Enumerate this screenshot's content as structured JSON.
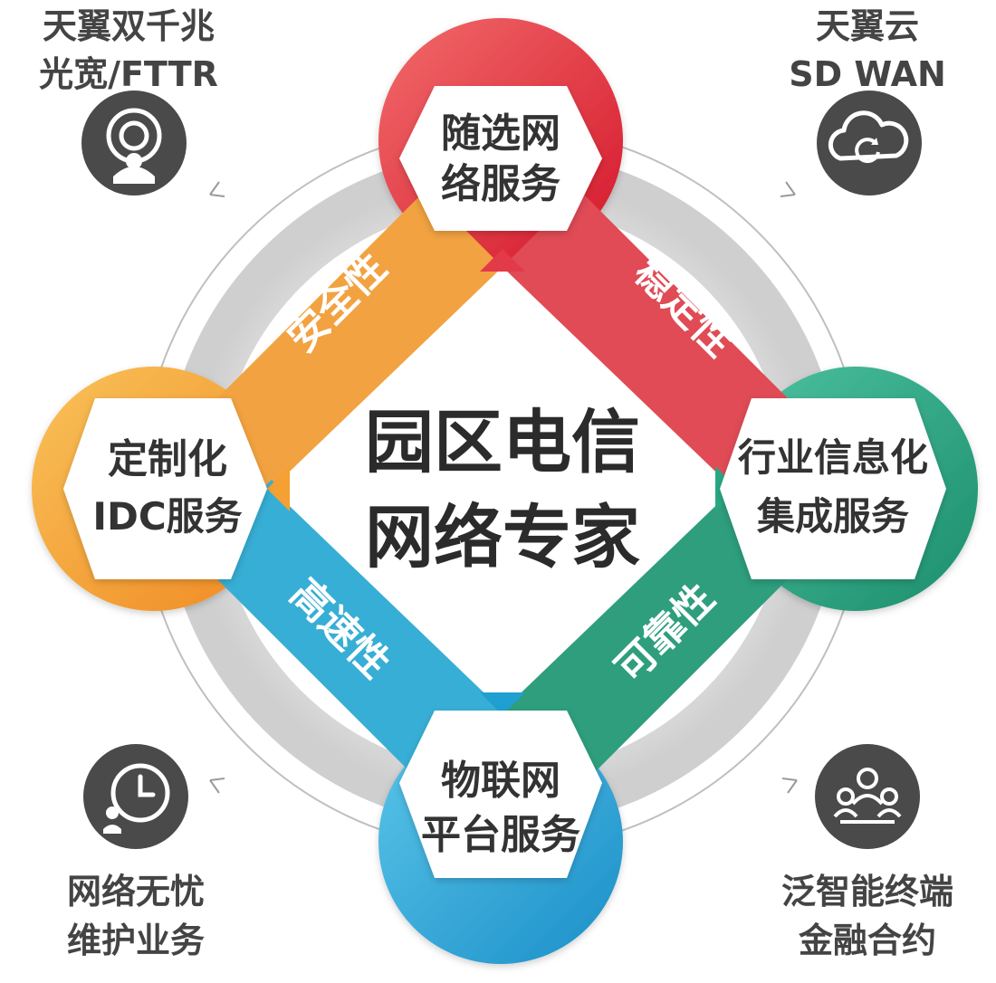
{
  "center": {
    "line1": "园区电信",
    "line2": "网络专家"
  },
  "nodes": {
    "top": {
      "line1": "随选网",
      "line2": "络服务",
      "color": "#e23a48"
    },
    "right": {
      "line1": "行业信息化",
      "line2": "集成服务",
      "color": "#2aa784"
    },
    "bottom": {
      "line1": "物联网",
      "line2": "平台服务",
      "color": "#1f9fd2"
    },
    "left": {
      "line1": "定制化",
      "line2": "IDC服务",
      "color": "#f4a032"
    }
  },
  "bands": {
    "top_left": {
      "label": "安全性",
      "color": "#f2a241"
    },
    "top_right": {
      "label": "稳定性",
      "color": "#e04b55"
    },
    "bottom_left": {
      "label": "高速性",
      "color": "#37aed6"
    },
    "bottom_right": {
      "label": "可靠性",
      "color": "#2e9e7d"
    }
  },
  "corners": {
    "top_left": {
      "line1": "天翼双千兆",
      "line2": "光宽/FTTR",
      "icon": "broadband-user-icon"
    },
    "top_right": {
      "line1": "天翼云",
      "line2": "SD WAN",
      "icon": "cloud-sync-icon"
    },
    "bottom_left": {
      "line1": "网络无忧",
      "line2": "维护业务",
      "icon": "clock-maintenance-icon"
    },
    "bottom_right": {
      "line1": "泛智能终端",
      "line2": "金融合约",
      "icon": "user-group-icon"
    }
  },
  "colors": {
    "icon_bg": "#4a4a4a",
    "text_dark": "#333333",
    "ring_gray": "#d9d9d9"
  }
}
